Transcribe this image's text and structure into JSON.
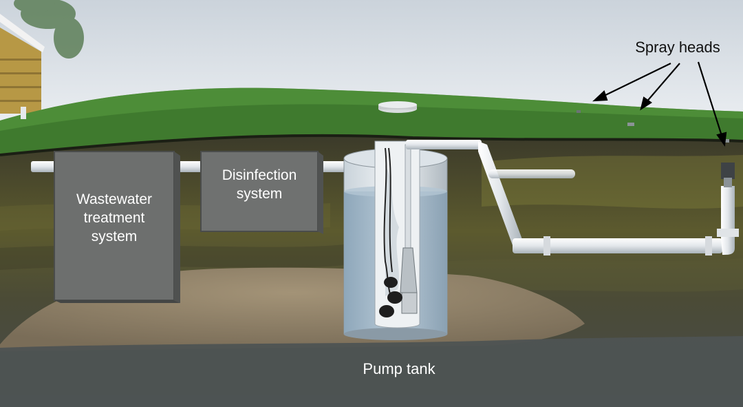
{
  "labels": {
    "spray_heads": "Spray heads",
    "wastewater_treatment": [
      "Wastewater",
      "treatment",
      "system"
    ],
    "disinfection": [
      "Disinfection",
      "system"
    ],
    "pump_tank": "Pump tank"
  },
  "colors": {
    "sky": "#dde3ea",
    "grass": "#3f7a2e",
    "soil": "#4a4a35",
    "soil_yellow": "#6b6a30",
    "gravel": "#8f8068",
    "bedrock": "#4d5152",
    "box_concrete": "#6f7170",
    "pipe": "#e8ebee",
    "water": "#9fb6c8"
  }
}
